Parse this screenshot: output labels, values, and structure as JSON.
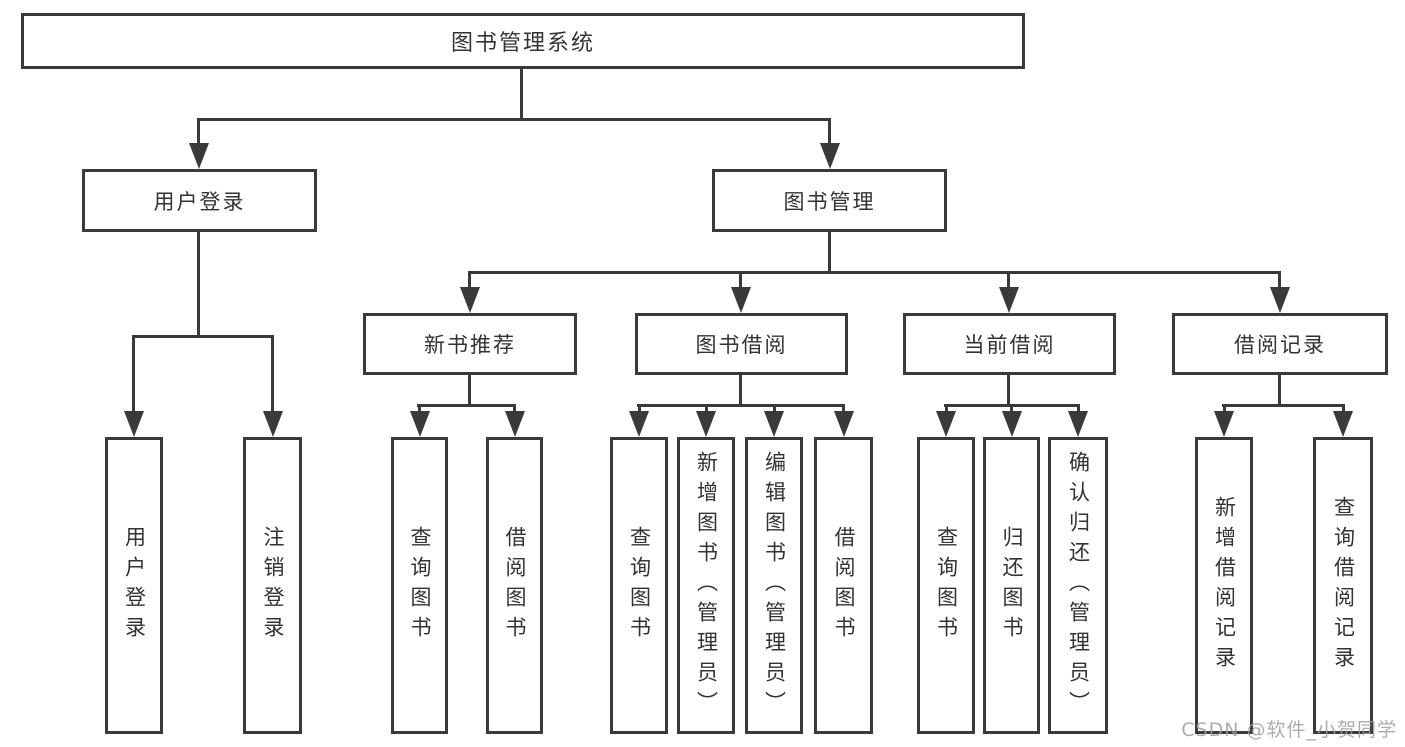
{
  "diagram": {
    "title": "图书管理系统",
    "root": {
      "label": "图书管理系统"
    },
    "level2": [
      {
        "label": "用户登录"
      },
      {
        "label": "图书管理"
      }
    ],
    "level3": [
      {
        "label": "新书推荐"
      },
      {
        "label": "图书借阅"
      },
      {
        "label": "当前借阅"
      },
      {
        "label": "借阅记录"
      }
    ],
    "leaves": {
      "user_login": [
        "用户登录",
        "注销登录"
      ],
      "new_book_recommend": [
        "查询图书",
        "借阅图书"
      ],
      "book_borrow": [
        "查询图书",
        "新增图书（管理员）",
        "编辑图书（管理员）",
        "借阅图书"
      ],
      "current_borrow": [
        "查询图书",
        "归还图书",
        "确认归还（管理员）"
      ],
      "borrow_records": [
        "新增借阅记录",
        "查询借阅记录"
      ]
    }
  },
  "colors": {
    "line": "#3a3a3a",
    "text": "#333333",
    "background": "#ffffff",
    "watermark": "#9e9e9e"
  },
  "watermark": {
    "text": "CSDN @软件_小贺同学"
  }
}
